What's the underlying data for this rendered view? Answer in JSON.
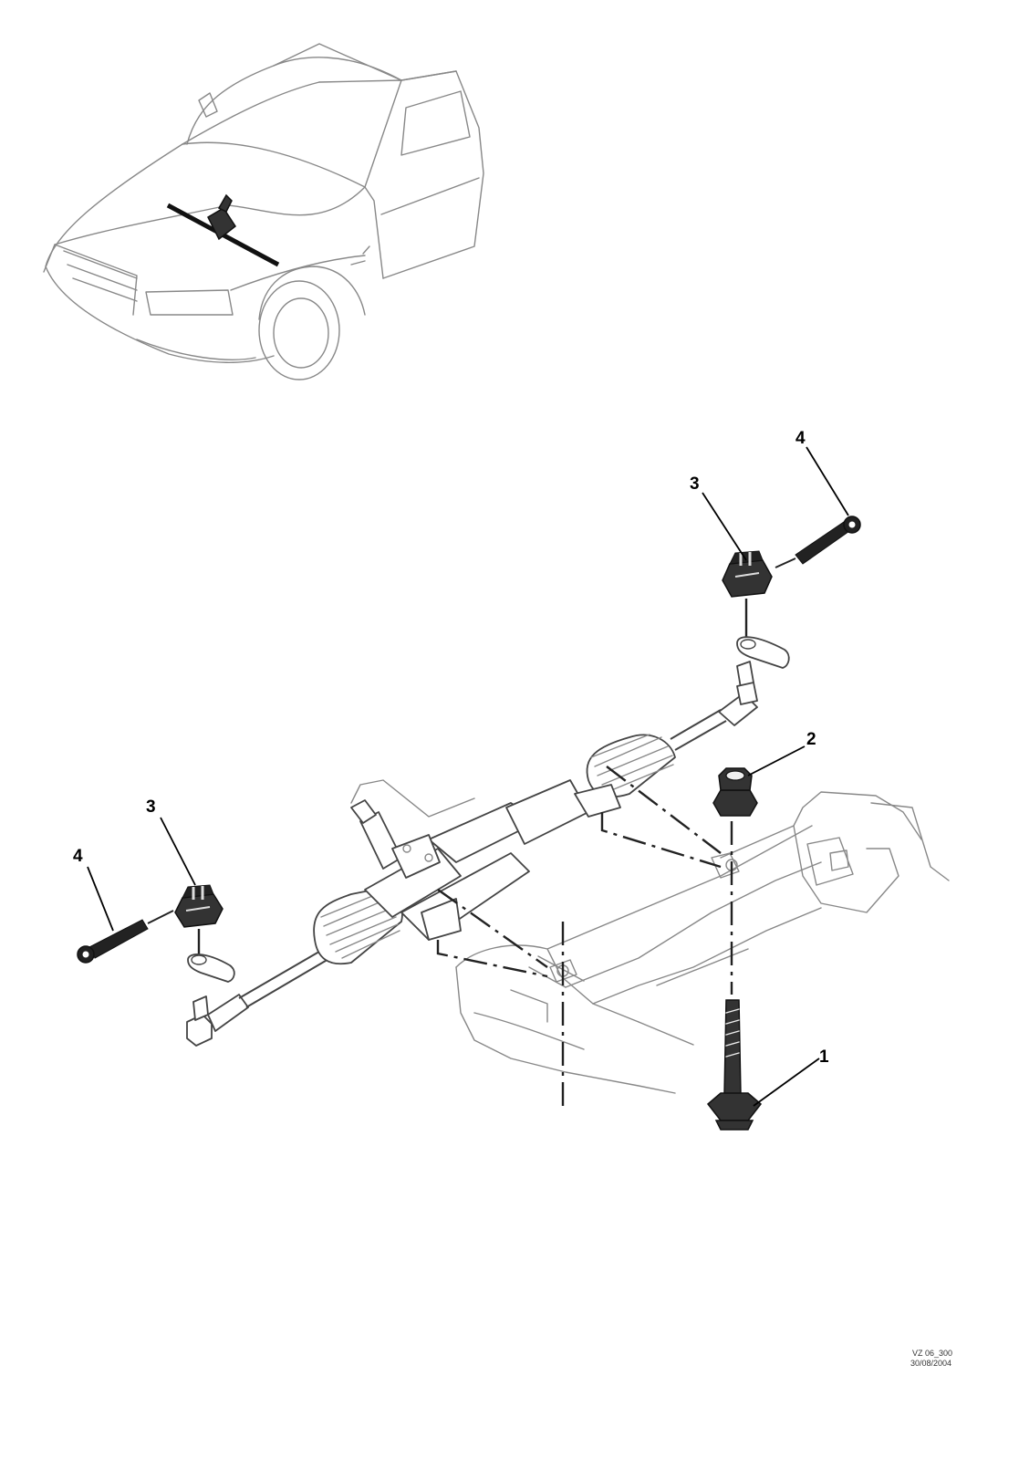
{
  "diagram": {
    "callouts": [
      "1",
      "2",
      "3",
      "4",
      "3",
      "4"
    ],
    "drawing_code": "VZ 06_300",
    "drawing_date": "30/08/2004"
  }
}
